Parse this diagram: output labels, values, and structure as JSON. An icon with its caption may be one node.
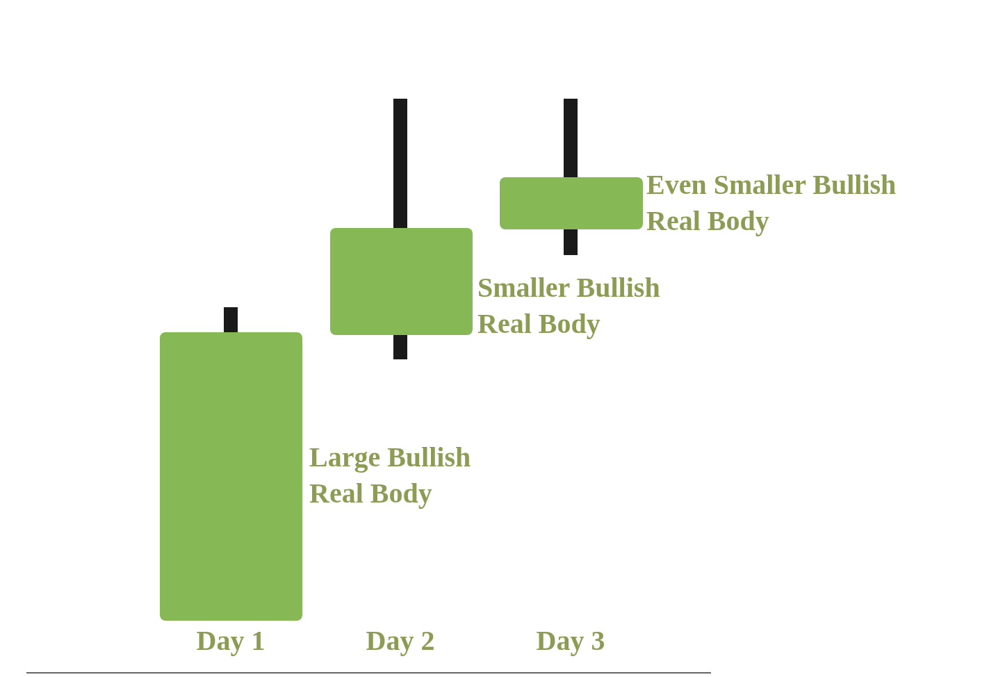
{
  "diagram": {
    "labels": [
      "Even Smaller Bullish Real Body",
      "Smaller Bullish Real Body",
      "Large Bullish Real Body",
      "Day 1",
      "Day 2",
      "Day 3"
    ]
  }
}
